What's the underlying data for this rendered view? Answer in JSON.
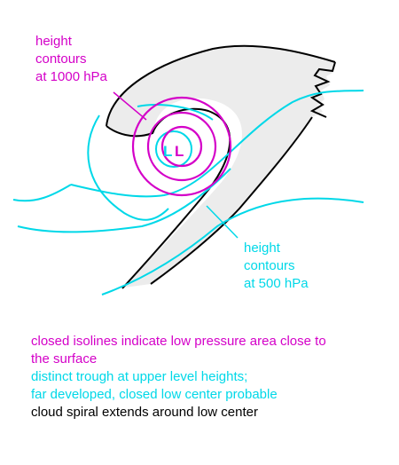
{
  "labels": {
    "contours_1000": [
      "height",
      "contours",
      "at 1000 hPa"
    ],
    "contours_500": [
      "height",
      "contours",
      "at 500 hPa"
    ],
    "low_cyan": "L",
    "low_magenta": "L"
  },
  "caption": {
    "line1": "closed isolines indicate low pressure area close to",
    "line2": "the surface",
    "line3": "distinct trough at upper level heights;",
    "line4": "far developed, closed low center probable",
    "line5": "cloud spiral extends around low center"
  },
  "colors": {
    "magenta": "#d400c8",
    "cyan": "#00d8e8",
    "black": "#000000",
    "cloud_fill": "#ececec"
  }
}
